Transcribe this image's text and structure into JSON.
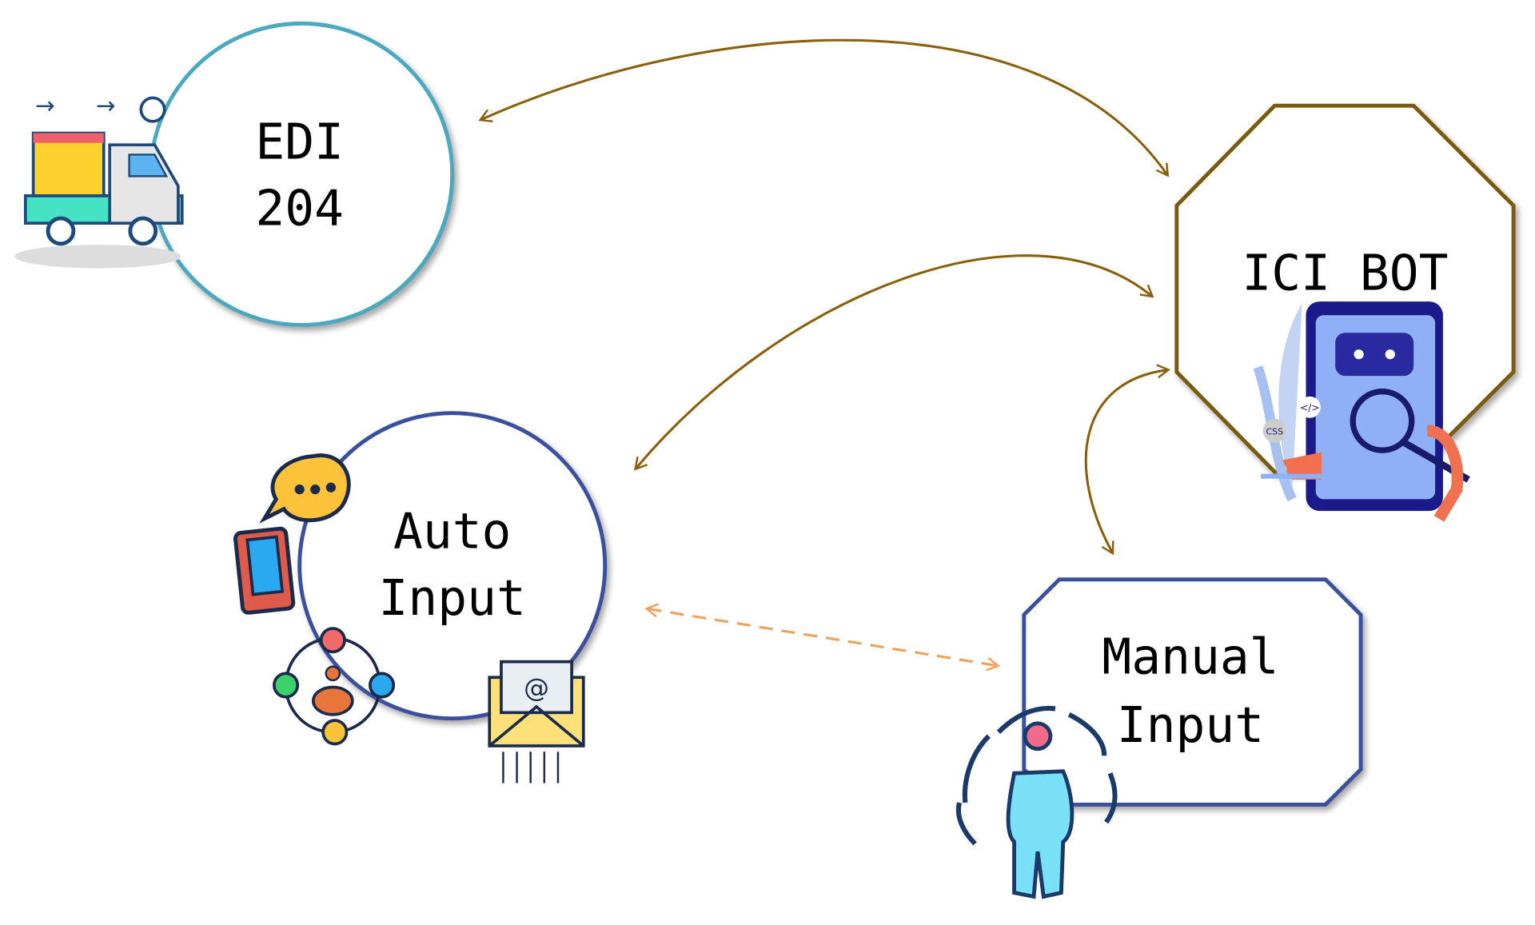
{
  "nodes": {
    "edi": {
      "line1": "EDI",
      "line2": "204",
      "color": "#4aa8c0"
    },
    "bot": {
      "label": "ICI BOT",
      "color": "#7a5a0c"
    },
    "auto": {
      "line1": "Auto",
      "line2": "Input",
      "color": "#3a4f9e"
    },
    "manual": {
      "line1": "Manual",
      "line2": "Input",
      "color": "#3a4f9e"
    }
  },
  "icons": {
    "bot_css": "CSS",
    "bot_code": "</>",
    "email_at": "@"
  },
  "connectors": {
    "solid_color": "#8a5f0a",
    "dashed_color": "#f0a05a"
  }
}
